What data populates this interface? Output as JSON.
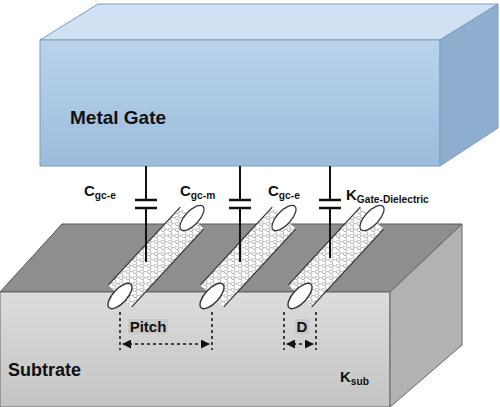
{
  "diagram": {
    "nodes": [
      {
        "text": [
          "Metal Gate"
        ]
      },
      {
        "text": [
          "Subtrate"
        ]
      }
    ],
    "labels": [
      "Cgc-e",
      "Cgc-m",
      "Cgc-e",
      "KGate-Dielectric",
      "Pitch",
      "D",
      "Ksub"
    ]
  }
}
